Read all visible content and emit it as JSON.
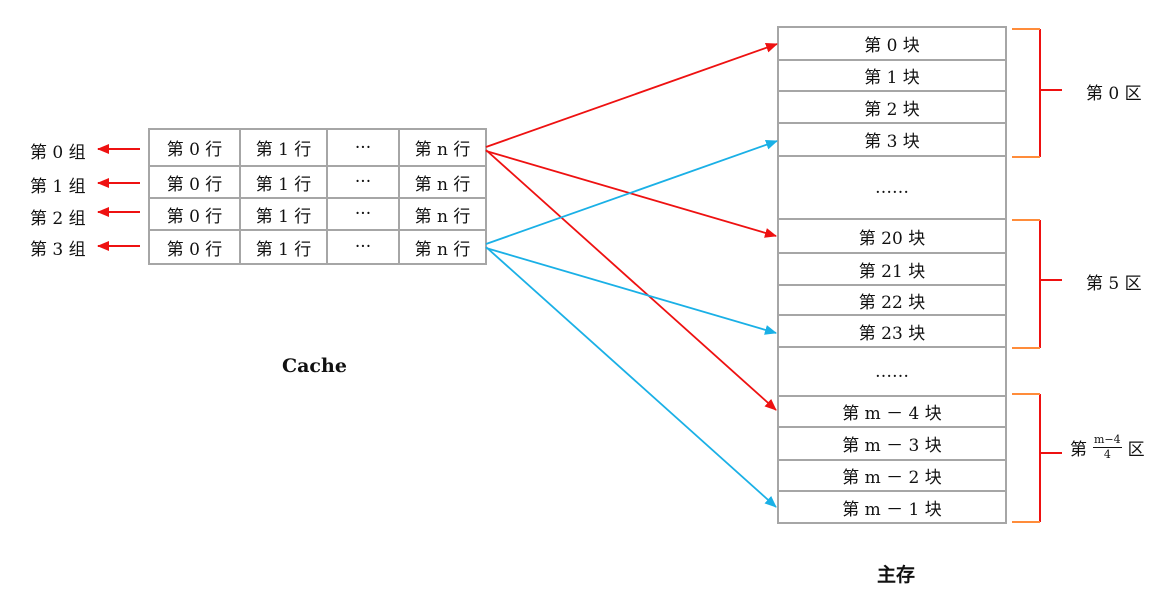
{
  "cache": {
    "title": "Cache",
    "groups": [
      "第 0 组",
      "第 1 组",
      "第 2 组",
      "第 3 组"
    ],
    "columns": [
      "第 0 行",
      "第 1 行",
      "···",
      "第 n 行"
    ]
  },
  "memory": {
    "title": "主存",
    "blocks": [
      "第 0 块",
      "第 1 块",
      "第 2 块",
      "第 3 块",
      "……",
      "第 20 块",
      "第 21 块",
      "第 22 块",
      "第 23 块",
      "……",
      "第 m － 4 块",
      "第 m － 3 块",
      "第 m － 2 块",
      "第 m － 1 块"
    ]
  },
  "zones": [
    {
      "label": "第 0 区"
    },
    {
      "label": "第 5 区"
    },
    {
      "prefix": "第",
      "numerator": "m−4",
      "denominator": "4",
      "suffix": "区"
    }
  ],
  "colors": {
    "grid": "#a6a6a6",
    "red_arrow": "#ee1111",
    "blue_arrow": "#1ab0e6",
    "bracket": "#ee1111",
    "bracket_end": "#ff8c3a"
  }
}
